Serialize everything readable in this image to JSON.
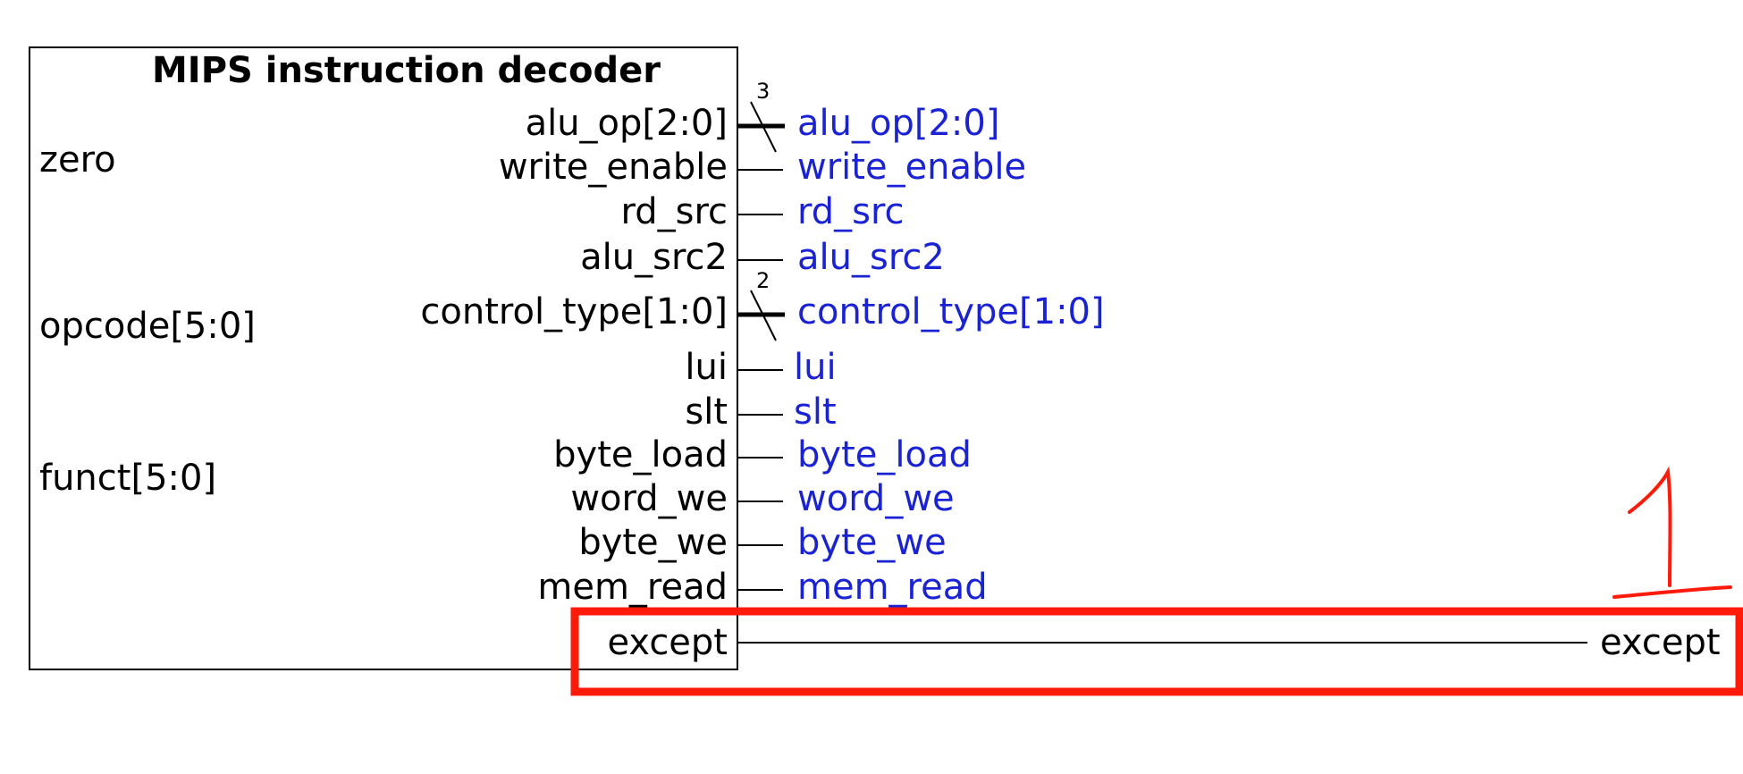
{
  "diagram": {
    "title": "MIPS instruction decoder",
    "inputs": [
      {
        "label": "zero"
      },
      {
        "label": "opcode[5:0]"
      },
      {
        "label": "funct[5:0]"
      }
    ],
    "outputs": [
      {
        "port": "alu_op[2:0]",
        "signal": "alu_op[2:0]",
        "bus_width": "3"
      },
      {
        "port": "write_enable",
        "signal": "write_enable"
      },
      {
        "port": "rd_src",
        "signal": "rd_src"
      },
      {
        "port": "alu_src2",
        "signal": "alu_src2"
      },
      {
        "port": "control_type[1:0]",
        "signal": "control_type[1:0]",
        "bus_width": "2"
      },
      {
        "port": "lui",
        "signal": "lui"
      },
      {
        "port": "slt",
        "signal": "slt"
      },
      {
        "port": "byte_load",
        "signal": "byte_load"
      },
      {
        "port": "word_we",
        "signal": "word_we"
      },
      {
        "port": "byte_we",
        "signal": "byte_we"
      },
      {
        "port": "mem_read",
        "signal": "mem_read"
      }
    ],
    "except": {
      "port": "except",
      "signal": "except"
    },
    "annotation": {
      "handwritten_mark": "1"
    },
    "colors": {
      "signal_text": "#1a22d6",
      "highlight_box": "#ff1a0a",
      "lines": "#000000"
    }
  }
}
